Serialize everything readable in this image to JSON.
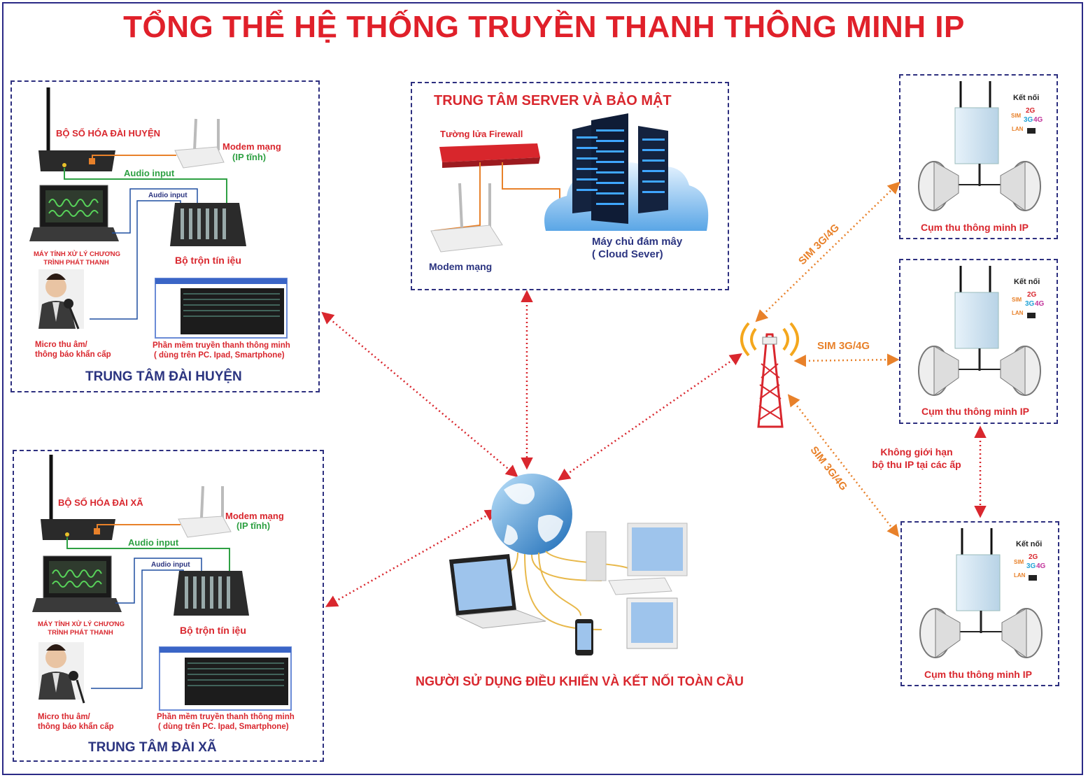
{
  "title": "TỔNG THỂ HỆ THỐNG TRUYỀN THANH THÔNG MINH IP",
  "huyen": {
    "encoder": "BỘ SỐ HÓA ĐÀI HUYỆN",
    "modem": "Modem mạng",
    "ip": "(IP tĩnh)",
    "audio_input_1": "Audio input",
    "audio_input_2": "Audio input",
    "pc1": "MÁY TÍNH XỬ LÝ CHƯƠNG",
    "pc2": "TRÌNH PHÁT THANH",
    "mixer": "Bộ trộn tín iệu",
    "mic1": "Micro thu âm/",
    "mic2": "thông báo khẩn cấp",
    "soft1": "Phần mềm truyền thanh thông minh",
    "soft2": "( dùng trên PC. Ipad, Smartphone)",
    "center": "TRUNG TÂM ĐÀI HUYỆN"
  },
  "xa": {
    "encoder": "BỘ SỐ HÓA ĐÀI XÃ",
    "modem": "Modem mạng",
    "ip": "(IP tĩnh)",
    "audio_input_1": "Audio input",
    "audio_input_2": "Audio input",
    "pc1": "MÁY TÍNH XỬ LÝ CHƯƠNG",
    "pc2": "TRÌNH PHÁT THANH",
    "mixer": "Bộ trộn tín iệu",
    "mic1": "Micro thu âm/",
    "mic2": "thông báo khẩn cấp",
    "soft1": "Phần mềm truyền thanh thông minh",
    "soft2": "( dùng trên PC. Ipad, Smartphone)",
    "center": "TRUNG TÂM ĐÀI XÃ"
  },
  "server": {
    "title": "TRUNG TÂM SERVER VÀ BẢO MẬT",
    "firewall": "Tường lửa Firewall",
    "modem": "Modem mạng",
    "cloud1": "Máy chủ đám mây",
    "cloud2": "( Cloud Sever)"
  },
  "users": "NGƯỜI SỬ DỤNG ĐIỀU KHIỂN VÀ KẾT NỐI TOÀN CẦU",
  "links": {
    "sim_1": "SIM 3G/4G",
    "sim_2": "SIM 3G/4G",
    "sim_3": "SIM 3G/4G"
  },
  "unlimited1": "Không giới hạn",
  "unlimited2": "bộ thu IP tại các ấp",
  "receivers": [
    {
      "connect": "Kết nối",
      "sim": "SIM",
      "g2": "2G",
      "g3": "3G",
      "g4": "4G",
      "lan": "LAN",
      "label": "Cụm thu thông minh IP"
    },
    {
      "connect": "Kết nối",
      "sim": "SIM",
      "g2": "2G",
      "g3": "3G",
      "g4": "4G",
      "lan": "LAN",
      "label": "Cụm thu thông minh IP"
    },
    {
      "connect": "Kết nối",
      "sim": "SIM",
      "g2": "2G",
      "g3": "3G",
      "g4": "4G",
      "lan": "LAN",
      "label": "Cụm thu thông minh IP"
    }
  ],
  "colors": {
    "title": "#e0202a",
    "frame": "#2b2a86",
    "arrow_red": "#d9272e",
    "arrow_orange": "#e8812a",
    "audio_green": "#2ea043"
  }
}
